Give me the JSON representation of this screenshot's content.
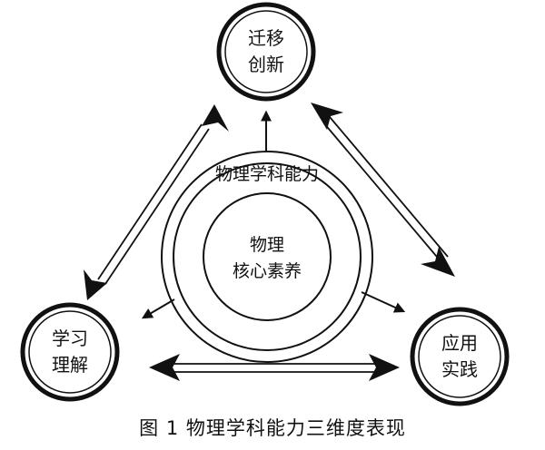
{
  "nodes": {
    "top": {
      "line1": "迁移",
      "line2": "创新"
    },
    "left": {
      "line1": "学习",
      "line2": "理解"
    },
    "right": {
      "line1": "应用",
      "line2": "实践"
    }
  },
  "center": {
    "outer_label": "物理学科能力",
    "inner_line1": "物理",
    "inner_line2": "核心素养"
  },
  "caption": "图 1  物理学科能力三维度表现"
}
